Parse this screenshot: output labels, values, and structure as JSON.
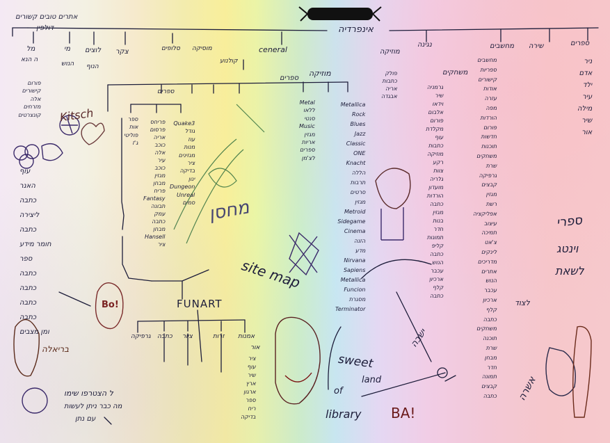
{
  "title_banner": "",
  "root": "אינפרדיה",
  "top_left_note": "אתרים טובים קשורים",
  "top_left_node": "דולפין",
  "left_nodes": [
    {
      "label": "מל",
      "sub": [
        "ה הנא",
        "פורום",
        "קישורים",
        "אלה",
        "מזרחים",
        "קונצרטים"
      ]
    },
    {
      "label": "מי",
      "sub": [
        "הנוש"
      ]
    },
    {
      "label": "לוצים",
      "sub": [
        "הנוף"
      ]
    },
    {
      "label": "צקר",
      "sub": []
    }
  ],
  "left_column": [
    "עוף",
    "האנר",
    "כתבה",
    "ליצירה",
    "כתבה",
    "חומר מידע",
    "ספר",
    "כתבה",
    "כתבה",
    "כתבה",
    "כתבה",
    "ומן מצבים"
  ],
  "kitsch": "Kitsch",
  "b0": "Bo!",
  "center_labels": {
    "ceneral": "ceneral",
    "cinema": "קולנוע",
    "music": "מוסיקה",
    "stores": "סלופים",
    "ebooks": "ספרים",
    "tunes": "מוזיקה",
    "books": "ספרים"
  },
  "col_books": [
    "ספר",
    "אות",
    "פוליטי",
    "ג'ז"
  ],
  "col_ebooks": [
    "פריחס",
    "פרסום",
    "אריה",
    "כוכב",
    "אלה",
    "עיר",
    "כוכב",
    "מגזין",
    "מבחן",
    "פריח",
    "Fantasy",
    "תבונה",
    "עמק",
    "כתבה",
    "מבחן",
    "Hansell",
    "ציר"
  ],
  "col_games": [
    "Quake3",
    "גודל",
    "עוז",
    "מנות",
    "מגזינים",
    "ציר",
    "בדיקה",
    "ינון",
    "Dungeon",
    "Unreal",
    "סמים"
  ],
  "col_music": [
    "Metal",
    "ללאו",
    "סנטי",
    "Music",
    "מגזין",
    "אריות",
    "ספרים",
    "לצ'מן"
  ],
  "col_film": [
    "Metallica",
    "Rock",
    "Blues",
    "Jazz",
    "Classic",
    "ONE",
    "Knacht",
    "הללה",
    "תרבות",
    "סרטים",
    "מגזין",
    "Metroid",
    "Sidegame",
    "Cinema",
    "הזנה",
    "מדע",
    "Nirvana",
    "Sapiens",
    "Metallica",
    "Funcion",
    "מסגרת",
    "Terminator"
  ],
  "funart": "FUNART",
  "funart_children": [
    "גרפיקה",
    "כתבה",
    "ציור",
    "זרות",
    "אמנות",
    "אור"
  ],
  "funart_sub": [
    "ציר",
    "עוף",
    "שיר",
    "ארץ",
    "ארגון",
    "ספר",
    "ריח",
    "בדיקה"
  ],
  "site_map": "site map",
  "mahsan": "מחסן",
  "right_nodes": [
    "מוזיקה",
    "נגינה",
    "מחשבים",
    "שירה",
    "ספרים",
    "משחקים"
  ],
  "col_right1": [
    "גרמניה",
    "שיר",
    "וידאו",
    "אלבום",
    "פורום",
    "מקלדת",
    "עוף",
    "כתבות",
    "מוזיקה",
    "רקע",
    "צוות",
    "גלריה",
    "מועדון",
    "הורדות",
    "כתבה",
    "מגזין",
    "בנות",
    "חדר",
    "תמונות",
    "קליפ",
    "כתבה",
    "הנוש",
    "עכבר",
    "ארכיון",
    "קלף",
    "כתבה"
  ],
  "col_right2": [
    "מחשבים",
    "ספריות",
    "קישורים",
    "אודות",
    "עזרה",
    "מפה",
    "הורדות",
    "פורום",
    "חדשות",
    "תוכנות",
    "משחקים",
    "שרת",
    "גרפיקה",
    "קבצים",
    "מגזין",
    "רשת",
    "אפליקציה",
    "עיצוב",
    "תמיכה",
    "צ'אט",
    "לינקים",
    "מדריכים",
    "אתרים",
    "הנוש",
    "עכבר",
    "ארכיון",
    "קלף",
    "כתבה",
    "משחקים",
    "תוכנה",
    "שרת",
    "מבחן",
    "חדר",
    "תמונה",
    "קבצים",
    "כתבה"
  ],
  "col_right3": [
    "פולק",
    "כתבות",
    "אריה",
    "אבגדה"
  ],
  "col_far_right": [
    "ניר",
    "אדם",
    "ילד",
    "עיר",
    "מילה",
    "שיר",
    "אור"
  ],
  "sfari": "ספרי",
  "sfari_lines": [
    "וינטג",
    "לשאת"
  ],
  "sweet": "sweet",
  "land": "land",
  "of": "of",
  "library": "library",
  "ba": "BA!",
  "bottom_note_1": "ל הצטרפו שימו",
  "bottom_note_2": "מה כבר ניתן לעשות",
  "bottom_note_3": "עם נתן",
  "bottom_left_name": "בריאלה",
  "bottom_right_note": "לצוד",
  "arrow_note": "ישבה",
  "ashra": "אשרה",
  "colors": {
    "ink": "#1d1d3a",
    "banner": "#111111"
  }
}
